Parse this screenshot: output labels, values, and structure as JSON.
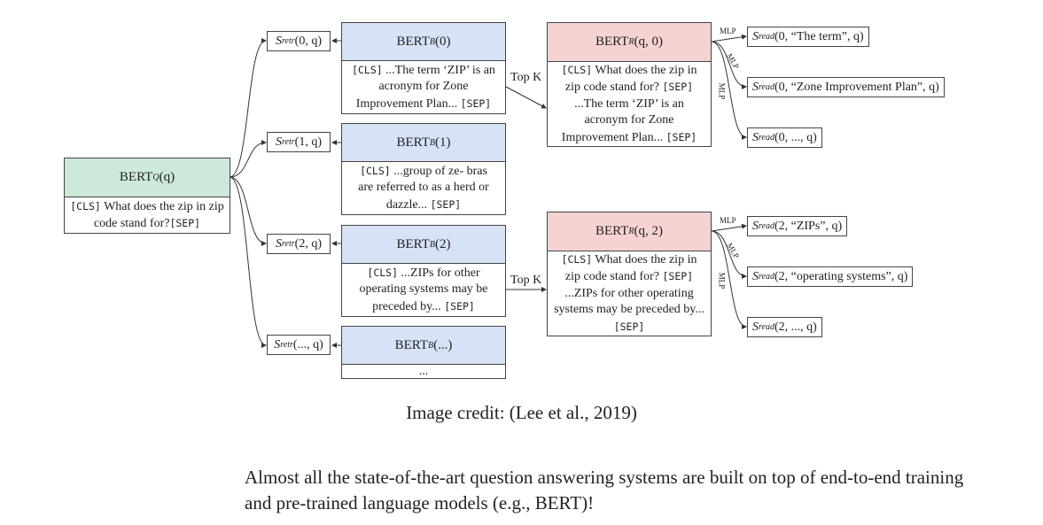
{
  "query_encoder": {
    "title_main": "BERT",
    "title_sub": "Q",
    "title_arg": "(q)",
    "text_cls": "[CLS]",
    "text": " What does the zip in zip code stand for?",
    "text_sep": "[SEP]"
  },
  "retriever_scores": [
    {
      "s": "S",
      "sub": "retr",
      "args": "(0, q)"
    },
    {
      "s": "S",
      "sub": "retr",
      "args": "(1, q)"
    },
    {
      "s": "S",
      "sub": "retr",
      "args": "(2, q)"
    },
    {
      "s": "S",
      "sub": "retr",
      "args": "(..., q)"
    }
  ],
  "block_encoders": [
    {
      "title_main": "BERT",
      "title_sub": "B",
      "title_arg": "(0)",
      "cls": "[CLS]",
      "text": " ...The term ‘ZIP’ is an acronym for Zone Improvement Plan... ",
      "sep": "[SEP]"
    },
    {
      "title_main": "BERT",
      "title_sub": "B",
      "title_arg": "(1)",
      "cls": "[CLS]",
      "text": " ...group of ze- bras are referred to as a herd or dazzle... ",
      "sep": "[SEP]"
    },
    {
      "title_main": "BERT",
      "title_sub": "B",
      "title_arg": "(2)",
      "cls": "[CLS]",
      "text": " ...ZIPs for other operating systems may be preceded by... ",
      "sep": "[SEP]"
    },
    {
      "title_main": "BERT",
      "title_sub": "B",
      "title_arg": "(...)",
      "cls": "",
      "text": "...",
      "sep": ""
    }
  ],
  "topk_labels": [
    "Top K",
    "Top K"
  ],
  "readers": [
    {
      "title_main": "BERT",
      "title_sub": "R",
      "title_arg": "(q, 0)",
      "cls": "[CLS]",
      "text1": " What does the zip in zip code stand for? ",
      "sep1": "[SEP]",
      "text2": " ...The term ‘ZIP’ is an acronym for Zone Improvement Plan... ",
      "sep2": "[SEP]"
    },
    {
      "title_main": "BERT",
      "title_sub": "R",
      "title_arg": "(q, 2)",
      "cls": "[CLS]",
      "text1": " What does the zip in zip code stand for? ",
      "sep1": "[SEP]",
      "text2": " ...ZIPs for other operating systems may be preceded by... ",
      "sep2": "[SEP]"
    }
  ],
  "read_scores": [
    {
      "s": "S",
      "sub": "read",
      "args": "(0, “The term”, q)"
    },
    {
      "s": "S",
      "sub": "read",
      "args": "(0, “Zone Improvement Plan”, q)"
    },
    {
      "s": "S",
      "sub": "read",
      "args": "(0, ..., q)"
    },
    {
      "s": "S",
      "sub": "read",
      "args": "(2, “ZIPs”, q)"
    },
    {
      "s": "S",
      "sub": "read",
      "args": "(2, “operating systems”, q)"
    },
    {
      "s": "S",
      "sub": "read",
      "args": "(2, ..., q)"
    }
  ],
  "mlp_labels": [
    "MLP",
    "MLP",
    "MLP",
    "MLP",
    "MLP",
    "MLP"
  ],
  "caption": "Image credit: (Lee et al., 2019)",
  "paragraph": "Almost all the state-of-the-art question answering systems are built on top of end-to-end training and pre-trained language models (e.g., BERT)!",
  "colors": {
    "query": "#cde9d9",
    "block": "#d6e2f6",
    "reader": "#f6d3d3"
  }
}
